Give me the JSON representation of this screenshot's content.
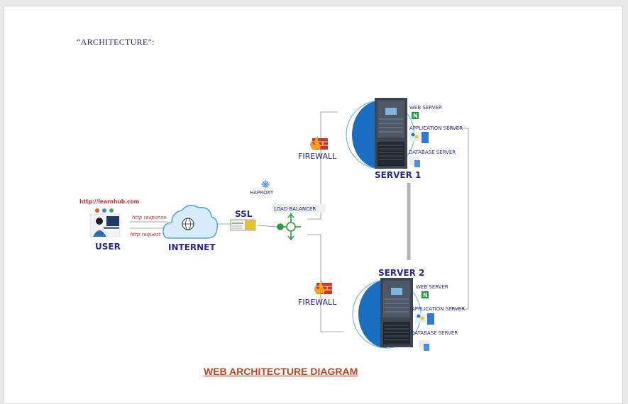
{
  "heading": "“ARCHITECTURE”:",
  "caption": "WEB ARCHITECTURE DIAGRAM",
  "user": {
    "url": "http://learnhub.com",
    "label": "USER"
  },
  "links": {
    "response": "http response",
    "request": "http request"
  },
  "internet": {
    "label": "INTERNET"
  },
  "ssl": {
    "label": "SSL"
  },
  "haproxy": {
    "label": "HAPROXY"
  },
  "load_balancer": {
    "label": "LOAD BALANCER"
  },
  "firewall_top": {
    "label": "FIREWALL"
  },
  "firewall_bottom": {
    "label": "FIREWALL"
  },
  "server1": {
    "label": "SERVER 1",
    "web": "WEB SERVER",
    "app": "APPLICATION SERVER",
    "db": "DATABASE SERVER"
  },
  "server2": {
    "label": "SERVER 2",
    "web": "WEB SERVER",
    "app": "APPLICATION SERVER",
    "db": "DATABASE SERVER"
  },
  "colors": {
    "navy": "#2a2a8c",
    "red": "#d02a2a",
    "blue": "#1f6fb5",
    "caption": "#c4421e",
    "green": "#2e9a3a"
  }
}
